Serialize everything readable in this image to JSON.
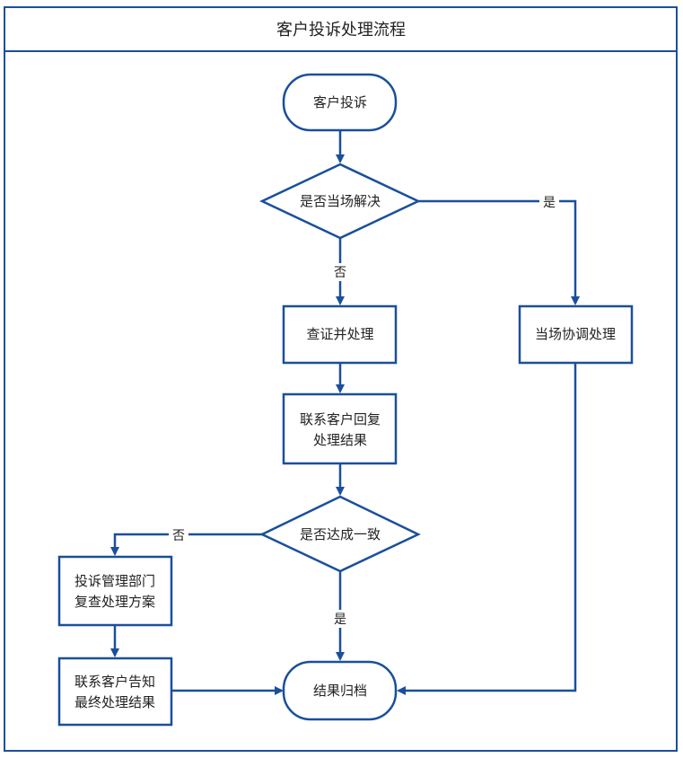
{
  "title": "客户投诉处理流程",
  "colors": {
    "stroke": "#1a4f9c",
    "text": "#222222",
    "background": "#ffffff"
  },
  "nodes": {
    "start": "客户投诉",
    "decision1": "是否当场解决",
    "verify": "查证并处理",
    "onsite": "当场协调处理",
    "reply": [
      "联系客户回复",
      "处理结果"
    ],
    "decision2": "是否达成一致",
    "review": [
      "投诉管理部门",
      "复查处理方案"
    ],
    "notify": [
      "联系客户告知",
      "最终处理结果"
    ],
    "archive": "结果归档"
  },
  "edge_labels": {
    "d1_yes": "是",
    "d1_no": "否",
    "d2_no": "否",
    "d2_yes": "是"
  }
}
